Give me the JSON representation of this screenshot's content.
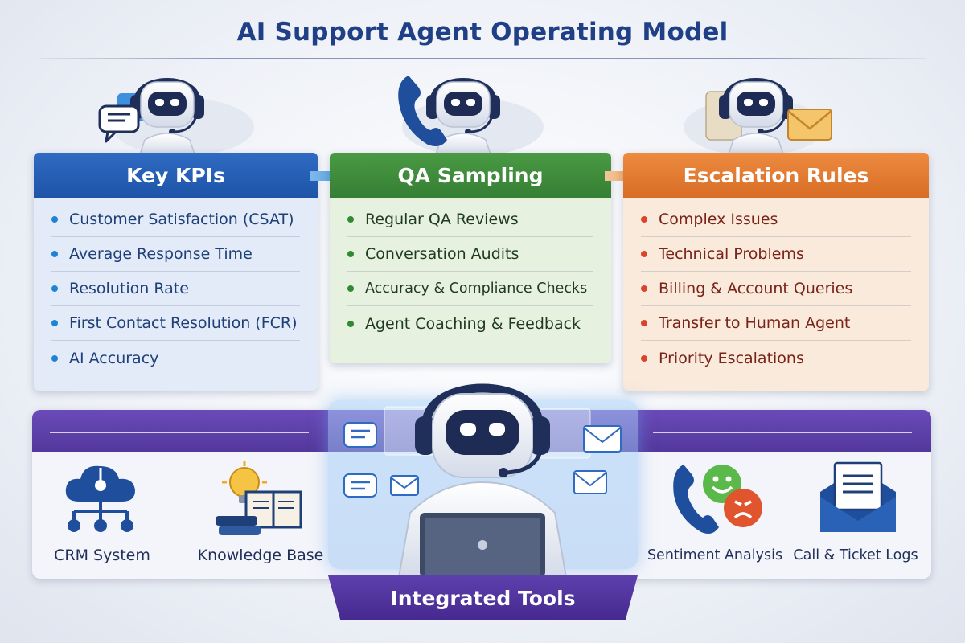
{
  "title": "AI Support Agent Operating Model",
  "panels": {
    "kpi": {
      "heading": "Key KPIs",
      "items": [
        "Customer Satisfaction (CSAT)",
        "Average Response Time",
        "Resolution Rate",
        "First Contact Resolution (FCR)",
        "AI Accuracy"
      ]
    },
    "qa": {
      "heading": "QA Sampling",
      "items": [
        "Regular QA Reviews",
        "Conversation Audits",
        "Accuracy & Compliance Checks",
        "Agent Coaching & Feedback"
      ]
    },
    "escalation": {
      "heading": "Escalation Rules",
      "items": [
        "Complex Issues",
        "Technical Problems",
        "Billing & Account Queries",
        "Transfer to Human Agent",
        "Priority Escalations"
      ]
    }
  },
  "tools": {
    "heading": "Integrated Tools",
    "crm": "CRM System",
    "kb": "Knowledge Base",
    "sentiment": "Sentiment Analysis",
    "logs": "Call & Ticket Logs"
  },
  "colors": {
    "title": "#1f3f86",
    "kpi": "#1d54a8",
    "qa": "#357f34",
    "escalation": "#d86d26",
    "tools": "#53389c"
  },
  "icons": [
    "robot-agent-icon",
    "chat-bubble-icon",
    "phone-icon",
    "envelope-icon",
    "cloud-network-icon",
    "lightbulb-book-icon",
    "sentiment-faces-icon",
    "ticket-envelope-icon",
    "laptop-icon"
  ]
}
